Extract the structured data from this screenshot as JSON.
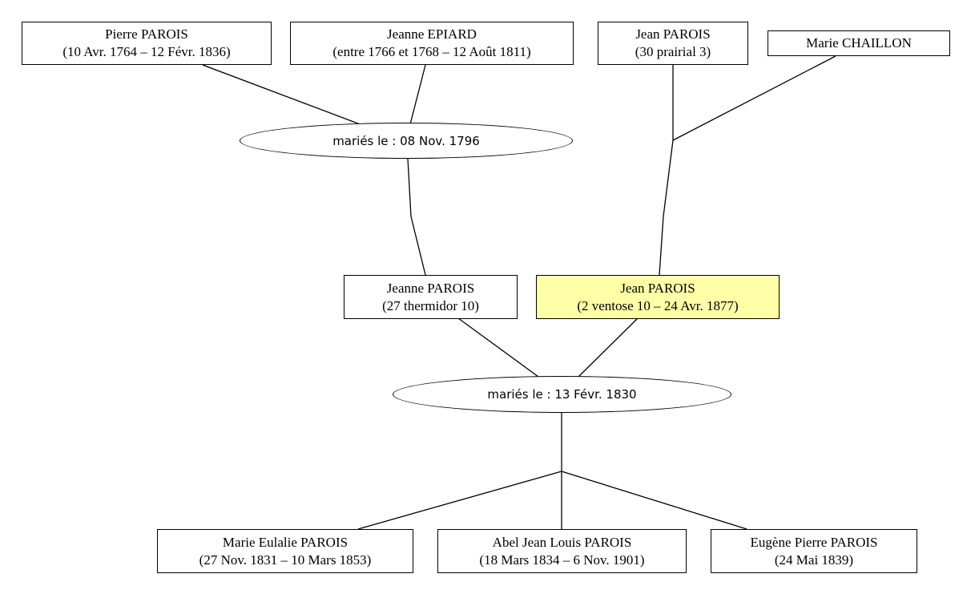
{
  "colors": {
    "highlight": "#ffffa8",
    "border": "#000000",
    "background": "#ffffff"
  },
  "people": {
    "pierre": {
      "name": "Pierre PAROIS",
      "dates": "(10 Avr. 1764 – 12 Févr. 1836)"
    },
    "jeanne_epiard": {
      "name": "Jeanne EPIARD",
      "dates": "(entre 1766 et 1768 – 12 Août 1811)"
    },
    "jean_senior": {
      "name": "Jean PAROIS",
      "dates": "(30 prairial 3)"
    },
    "marie_chaillon": {
      "name": "Marie CHAILLON",
      "dates": ""
    },
    "jeanne_parois": {
      "name": "Jeanne PAROIS",
      "dates": "(27 thermidor 10)"
    },
    "jean_parois": {
      "name": "Jean PAROIS",
      "dates": "(2 ventose 10 – 24 Avr. 1877)"
    },
    "marie_eulalie": {
      "name": "Marie Eulalie PAROIS",
      "dates": "(27 Nov. 1831 – 10 Mars 1853)"
    },
    "abel": {
      "name": "Abel Jean Louis PAROIS",
      "dates": "(18 Mars 1834 – 6 Nov. 1901)"
    },
    "eugene": {
      "name": "Eugène Pierre PAROIS",
      "dates": "(24 Mai 1839)"
    }
  },
  "marriages": {
    "m1796": "mariés le : 08 Nov. 1796",
    "m1830": "mariés le : 13 Févr. 1830"
  }
}
